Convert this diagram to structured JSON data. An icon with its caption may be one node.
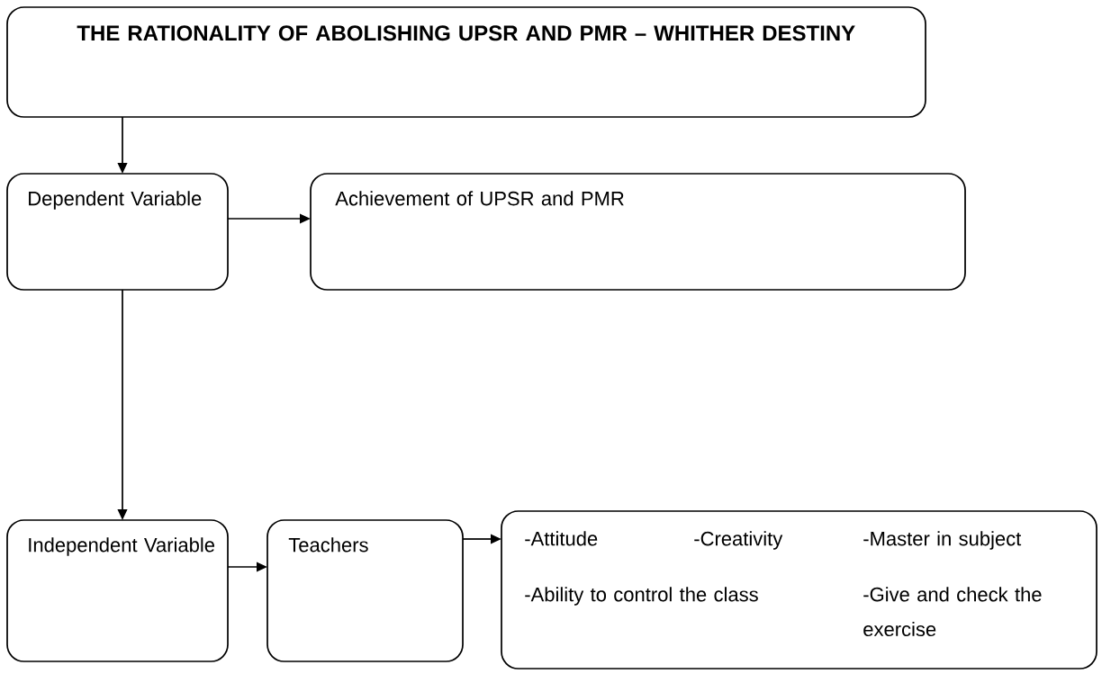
{
  "diagram": {
    "nodes": [
      {
        "text": [
          "THE RATIONALITY OF ABOLISHING UPSR AND PMR – WHITHER DESTINY"
        ]
      },
      {
        "text": [
          "Dependent Variable"
        ]
      },
      {
        "text": [
          "Achievement of UPSR and PMR"
        ]
      },
      {
        "text": [
          "Independent Variable"
        ]
      },
      {
        "text": [
          "Teachers"
        ]
      },
      {
        "text": [
          "-Attitude",
          "-Creativity",
          "-Master in subject",
          "-Ability to control the class",
          "-Give and check the exercise"
        ]
      }
    ],
    "edges": [
      {
        "from": 0,
        "to": 1,
        "arrow": "to"
      },
      {
        "from": 1,
        "to": 2,
        "arrow": "to"
      },
      {
        "from": 1,
        "to": 3,
        "arrow": "to"
      },
      {
        "from": 3,
        "to": 4,
        "arrow": "to"
      },
      {
        "from": 4,
        "to": 5,
        "arrow": "to"
      }
    ]
  }
}
